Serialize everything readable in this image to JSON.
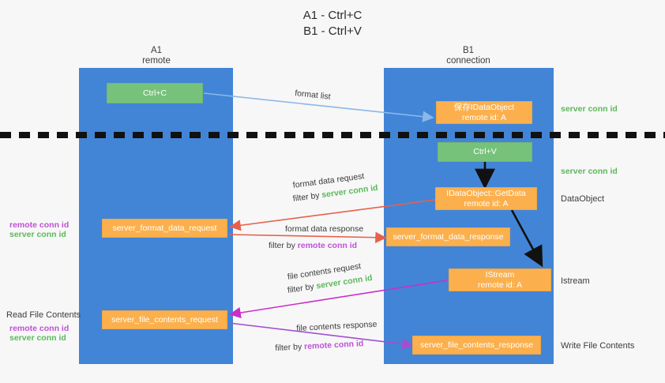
{
  "title": {
    "line1": "A1 - Ctrl+C",
    "line2": "B1 - Ctrl+V"
  },
  "columns": [
    {
      "name": "A1",
      "sub": "remote"
    },
    {
      "name": "B1",
      "sub": "connection"
    }
  ],
  "boxes": {
    "ctrl_c": "Ctrl+C",
    "ctrl_v": "Ctrl+V",
    "save_idataobject_l1": "保存IDataObject",
    "save_idataobject_l2": "remote id: A",
    "getdata_l1": "IDataObject::GetData",
    "getdata_l2": "remote id: A",
    "istream_l1": "IStream",
    "istream_l2": "remote id: A",
    "server_format_data_request": "server_format_data_request",
    "server_format_data_response": "server_format_data_response",
    "server_file_contents_request": "server_file_contents_request",
    "server_file_contents_response": "server_file_contents_response"
  },
  "right_labels": {
    "server_conn_id_top": "server conn id",
    "server_conn_id_mid": "server conn id",
    "dataobject": "DataObject",
    "istream": "Istream",
    "write_file_contents": "Write File Contents"
  },
  "left_labels": {
    "remote_conn_id_1": "remote conn id",
    "server_conn_id_1": "server conn id",
    "read_file_contents": "Read File Contents",
    "remote_conn_id_2": "remote conn id",
    "server_conn_id_2": "server conn id"
  },
  "edges": {
    "format_list": "format list",
    "format_data_request": "format data request",
    "format_data_request_filter_prefix": "filter by ",
    "format_data_request_filter_key": "server conn id",
    "format_data_response": "format data response",
    "format_data_response_filter_prefix": "filter by ",
    "format_data_response_filter_key": "remote conn id",
    "file_contents_request": "file contents request",
    "file_contents_request_filter_prefix": "filter by ",
    "file_contents_request_filter_key": "server conn id",
    "file_contents_response": "file contents response",
    "file_contents_response_filter_prefix": "filter by ",
    "file_contents_response_filter_key": "remote conn id"
  },
  "colors": {
    "lane": "#4285d6",
    "green_box": "#77c27b",
    "orange_box": "#fbb04d",
    "server_conn_id": "#5cb85c",
    "remote_conn_id": "#c050d8",
    "arrow_blue": "#8ab8e8",
    "arrow_red": "#e8604c",
    "arrow_magenta": "#c92fc9",
    "arrow_purple": "#a34fd0",
    "arrow_black": "#111111"
  }
}
